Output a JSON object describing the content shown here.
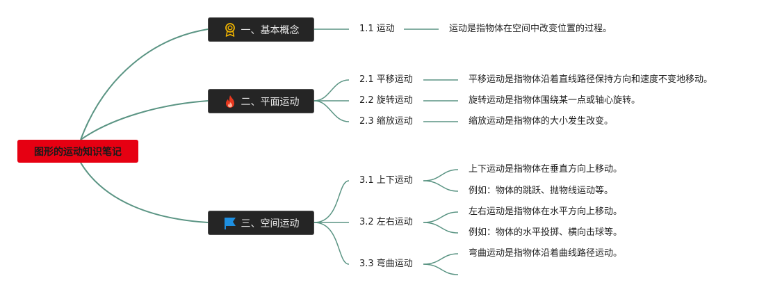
{
  "root": {
    "label": "图形的运动知识笔记"
  },
  "branches": [
    {
      "label": "一、基本概念",
      "icon": "award-ribbon-icon",
      "children": [
        {
          "label": "1.1 运动",
          "notes": [
            "运动是指物体在空间中改变位置的过程。"
          ]
        }
      ]
    },
    {
      "label": "二、平面运动",
      "icon": "fire-icon",
      "children": [
        {
          "label": "2.1 平移运动",
          "notes": [
            "平移运动是指物体沿着直线路径保持方向和速度不变地移动。"
          ]
        },
        {
          "label": "2.2 旋转运动",
          "notes": [
            "旋转运动是指物体围绕某一点或轴心旋转。"
          ]
        },
        {
          "label": "2.3 缩放运动",
          "notes": [
            "缩放运动是指物体的大小发生改变。"
          ]
        }
      ]
    },
    {
      "label": "三、空间运动",
      "icon": "flag-icon",
      "children": [
        {
          "label": "3.1 上下运动",
          "notes": [
            "上下运动是指物体在垂直方向上移动。",
            "例如：物体的跳跃、抛物线运动等。"
          ]
        },
        {
          "label": "3.2 左右运动",
          "notes": [
            "左右运动是指物体在水平方向上移动。",
            "例如：物体的水平投掷、横向击球等。"
          ]
        },
        {
          "label": "3.3 弯曲运动",
          "notes": [
            "弯曲运动是指物体沿着曲线路径运动。",
            ""
          ]
        }
      ]
    }
  ],
  "colors": {
    "root_fill": "#e60012",
    "branch_fill": "#252525",
    "connector": "#5a9483",
    "award_icon": "#f0b400",
    "fire_icon": "#e8381f",
    "flag_icon": "#1e8fe0"
  }
}
